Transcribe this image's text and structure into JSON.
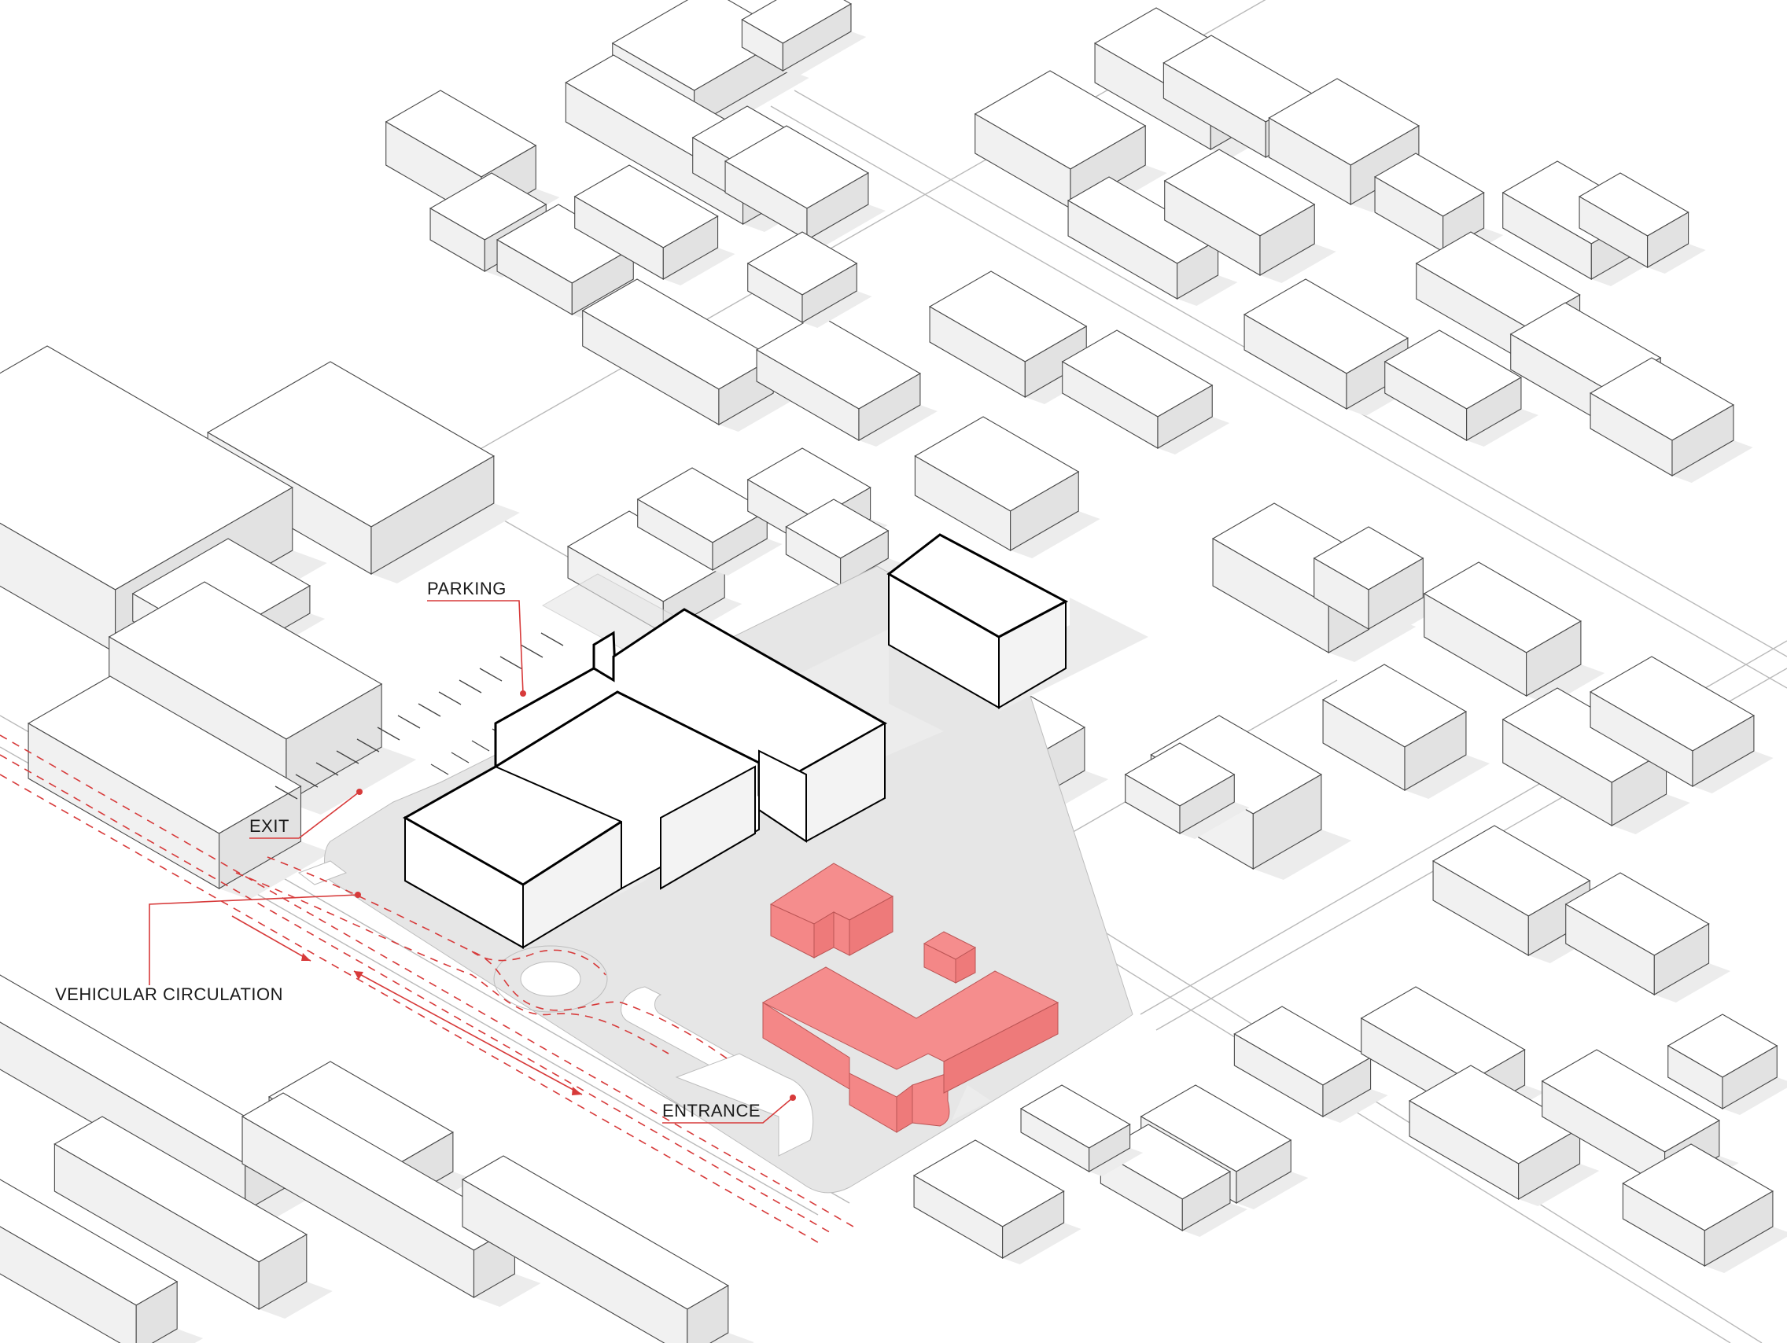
{
  "labels": {
    "parking": "PARKING",
    "exit": "EXIT",
    "vehicular_circulation": "VEHICULAR CIRCULATION",
    "entrance": "ENTRANCE"
  },
  "colors": {
    "accent": "#d73a3a",
    "proposed_building": "#f58d8d",
    "site_ground": "#e6e6e6"
  }
}
